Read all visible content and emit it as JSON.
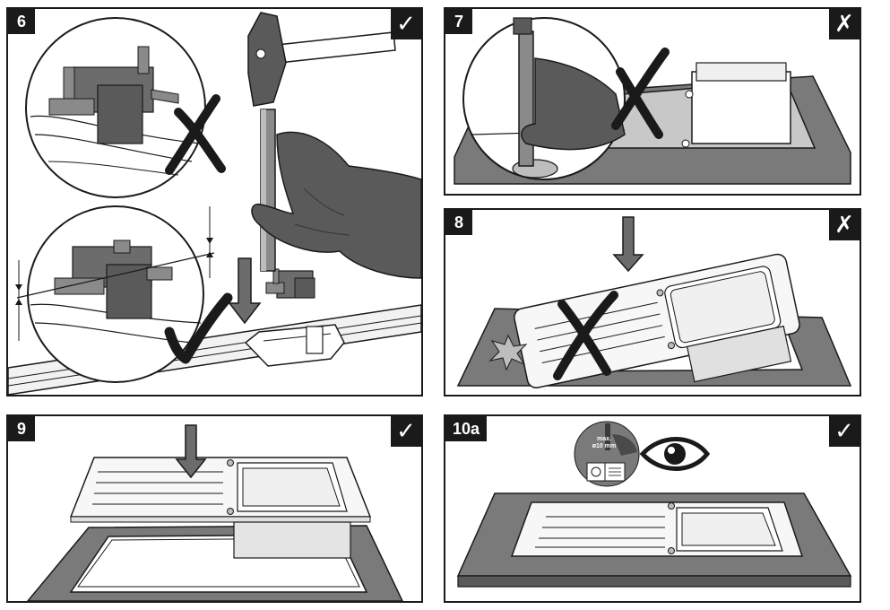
{
  "colors": {
    "frame": "#1a1a1a",
    "worktop": "#7a7a7a",
    "glove": "#5a5a5a",
    "part": "#6c6c6c",
    "ok_mark": "#1a1a1a"
  },
  "panels": [
    {
      "number": "6",
      "verdict_icon": "check-icon",
      "verdict_symbol": "✓"
    },
    {
      "number": "7",
      "verdict_icon": "cross-icon",
      "verdict_symbol": "✗"
    },
    {
      "number": "8",
      "verdict_icon": "cross-icon",
      "verdict_symbol": "✗"
    },
    {
      "number": "9",
      "verdict_icon": "check-icon",
      "verdict_symbol": "✓"
    },
    {
      "number": "10a",
      "verdict_icon": "check-icon",
      "verdict_symbol": "✓"
    }
  ],
  "info_badge": {
    "text_line1": "max.",
    "text_line2": "ø10 mm",
    "icon": "manual-info-icon"
  },
  "eye_icon": "eye-icon"
}
